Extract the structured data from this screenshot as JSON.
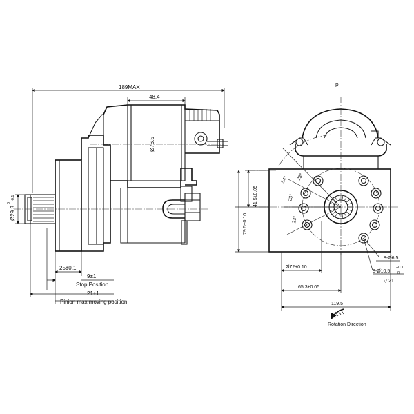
{
  "side_view": {
    "overall_length": "189MAX",
    "body_length": "48.4",
    "body_diameter": "Ø76.5",
    "pinion_diameter": "Ø29.3",
    "pinion_tol_upper": "0",
    "pinion_tol_lower": "-0.1",
    "flange_to_pinion": "25±0.1",
    "stop_offset": "9±1",
    "stop_label": "Stop Position",
    "max_travel": "21±1",
    "max_travel_label": "Pinion max moving position"
  },
  "front_view": {
    "axis_mark": "P",
    "angle_top": "54°",
    "angle_a": "23°",
    "angle_b": "23°",
    "angle_c": "23°",
    "height_offset": "41.5±0.05",
    "height_total": "79.5±0.10",
    "pilot_diameter": "Ø72±0.10",
    "hole_spacing": "65.3±0.05",
    "overall_width": "119.5",
    "holes_a": "8-Ø6.5",
    "holes_b": "8-Ø10.5",
    "holes_b_tol_upper": "+0.1",
    "holes_b_tol_lower": "0",
    "hole_depth": "21",
    "rotation_label": "Rotation Direction"
  }
}
